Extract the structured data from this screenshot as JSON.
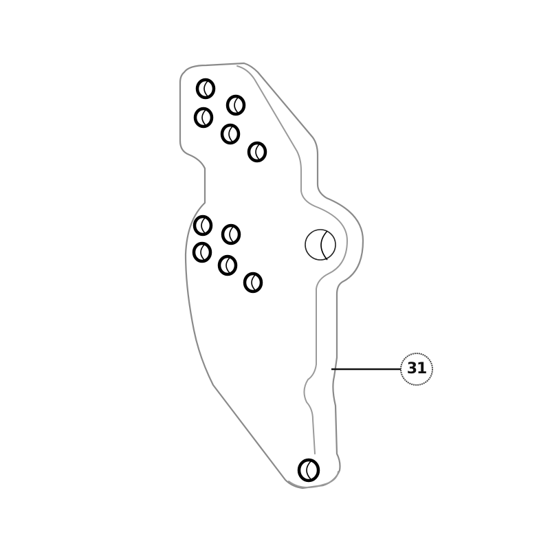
{
  "diagram": {
    "type": "exploded-parts-illustration",
    "part": {
      "name": "bracket plate",
      "callout_number": "31",
      "holes_upper_group": 5,
      "holes_lower_group": 5,
      "holes_bottom": 1,
      "pivot_holes": 1
    },
    "colors": {
      "background": "#ffffff",
      "outline": "#8a8a8a",
      "holes": "#000000",
      "leader": "#111111"
    }
  },
  "callout": {
    "label": "31"
  }
}
